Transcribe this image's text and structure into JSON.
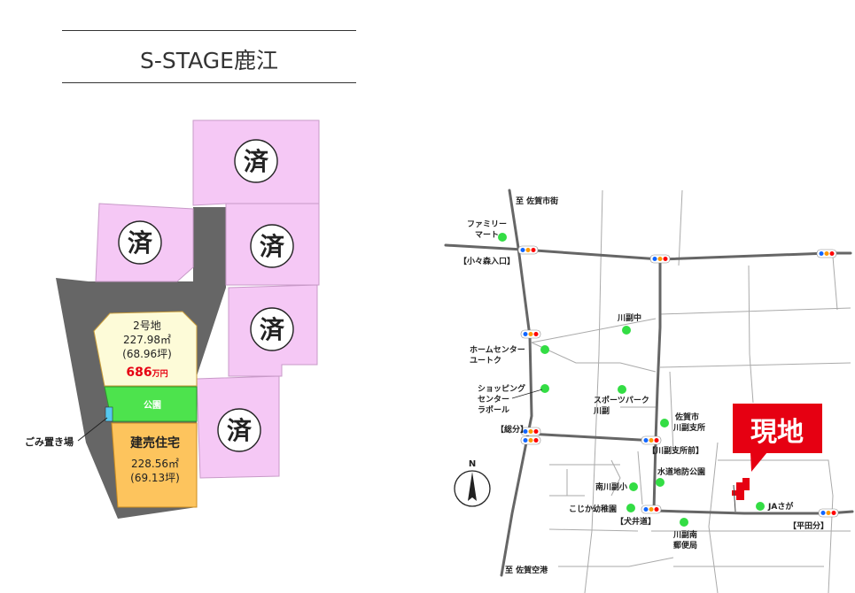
{
  "title": "S-STAGE鹿江",
  "site_plan": {
    "sold_mark": "済",
    "lot2": {
      "name": "2号地",
      "area_sqm": "227.98㎡",
      "area_tsubo": "(68.96坪)",
      "price_num": "686",
      "price_unit": "万円"
    },
    "park": "公園",
    "built_house": {
      "name": "建売住宅",
      "area_sqm": "228.56㎡",
      "area_tsubo": "(69.13坪)"
    },
    "garbage": "ごみ置き場"
  },
  "map": {
    "to_saga_city": "至 佐賀市街",
    "to_saga_airport": "至 佐賀空港",
    "north": "N",
    "current_location": "現地",
    "intersections": {
      "kokomori": "【小々森入口】",
      "soubun": "【総分】",
      "kawasoe_shisho_mae": "【川副支所前】",
      "ooidou": "【犬井道】",
      "hiratabun": "【平田分】"
    },
    "landmarks": {
      "family_mart_1": "ファミリー",
      "family_mart_2": "マート",
      "kawasoe_jhs": "川副中",
      "home_center_1": "ホームセンター",
      "home_center_2": "ユートク",
      "shopping_1": "ショッピング",
      "shopping_2": "センター",
      "shopping_3": "ラポール",
      "sports_park_1": "スポーツパーク",
      "sports_park_2": "川副",
      "branch_1": "佐賀市",
      "branch_2": "川副支所",
      "mizuho_park": "水道地防公園",
      "minami_es": "南川副小",
      "kojika_kg": "こじか幼稚園",
      "ja": "JAさが",
      "post_1": "川副南",
      "post_2": "郵便局"
    }
  },
  "colors": {
    "sold_lot": "#f5c8f5",
    "lot2": "#fdfbd8",
    "park": "#4de34d",
    "built_house": "#fdc45d",
    "road": "#666666",
    "price": "#e60012",
    "current_banner": "#e60012",
    "landmark_dot": "#33dd44"
  }
}
